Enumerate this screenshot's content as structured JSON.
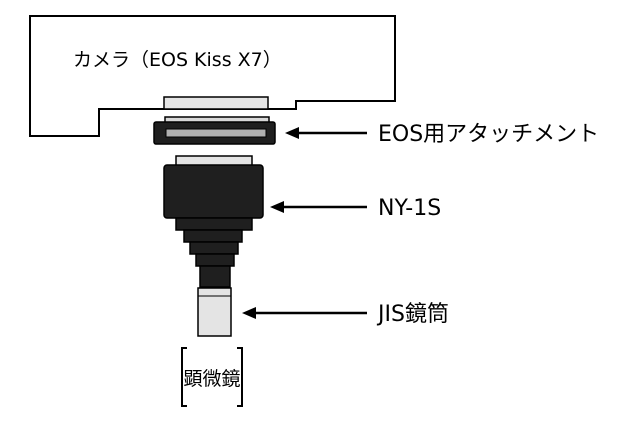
{
  "camera": {
    "label": "カメラ（EOS Kiss X7）"
  },
  "callouts": [
    {
      "id": "eos-attachment",
      "label": "EOS用アタッチメント"
    },
    {
      "id": "ny-1s",
      "label": "NY-1S"
    },
    {
      "id": "jis-tube",
      "label": "JIS鏡筒"
    }
  ],
  "microscope": {
    "label": "顕微鏡"
  },
  "colors": {
    "line": "#000000",
    "part_dark": "#1f1f1f",
    "part_light": "#e4e4e4",
    "background": "#ffffff"
  }
}
